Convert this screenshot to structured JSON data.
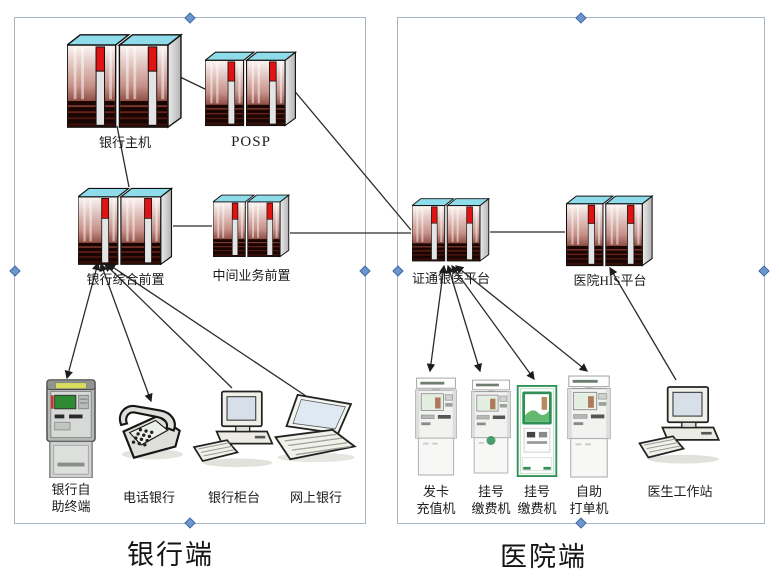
{
  "zones": {
    "bank": {
      "title": "银行端"
    },
    "hospital": {
      "title": "医院端"
    }
  },
  "nodes": {
    "bank_host": {
      "label": "银行主机"
    },
    "posp": {
      "label": "POSP"
    },
    "bank_front": {
      "label": "银行综合前置"
    },
    "mid_business": {
      "label": "中间业务前置"
    },
    "zhengtong_platform": {
      "label": "证通银医平台"
    },
    "his_platform": {
      "label": "医院HIS平台"
    },
    "atm": {
      "label_line1": "银行自",
      "label_line2": "助终端"
    },
    "phone_bank": {
      "label": "电话银行"
    },
    "bank_counter": {
      "label": "银行柜台"
    },
    "online_bank": {
      "label": "网上银行"
    },
    "card_recharge": {
      "label_line1": "发卡",
      "label_line2": "充值机"
    },
    "reg_pay_1": {
      "label_line1": "挂号",
      "label_line2": "缴费机"
    },
    "reg_pay_2": {
      "label_line1": "挂号",
      "label_line2": "缴费机"
    },
    "self_print": {
      "label_line1": "自助",
      "label_line2": "打单机"
    },
    "doctor_ws": {
      "label": "医生工作站"
    }
  },
  "colors": {
    "server_top_cyan": "#8edcea",
    "server_indicator_red": "#e01312",
    "server_body_dark": "#2e0a05",
    "zone_border": "#a9b6c2",
    "selection_handle_blue": "#6f96c8",
    "kiosk_green": "#2f8f55",
    "connector_line": "#2b2b2b"
  }
}
